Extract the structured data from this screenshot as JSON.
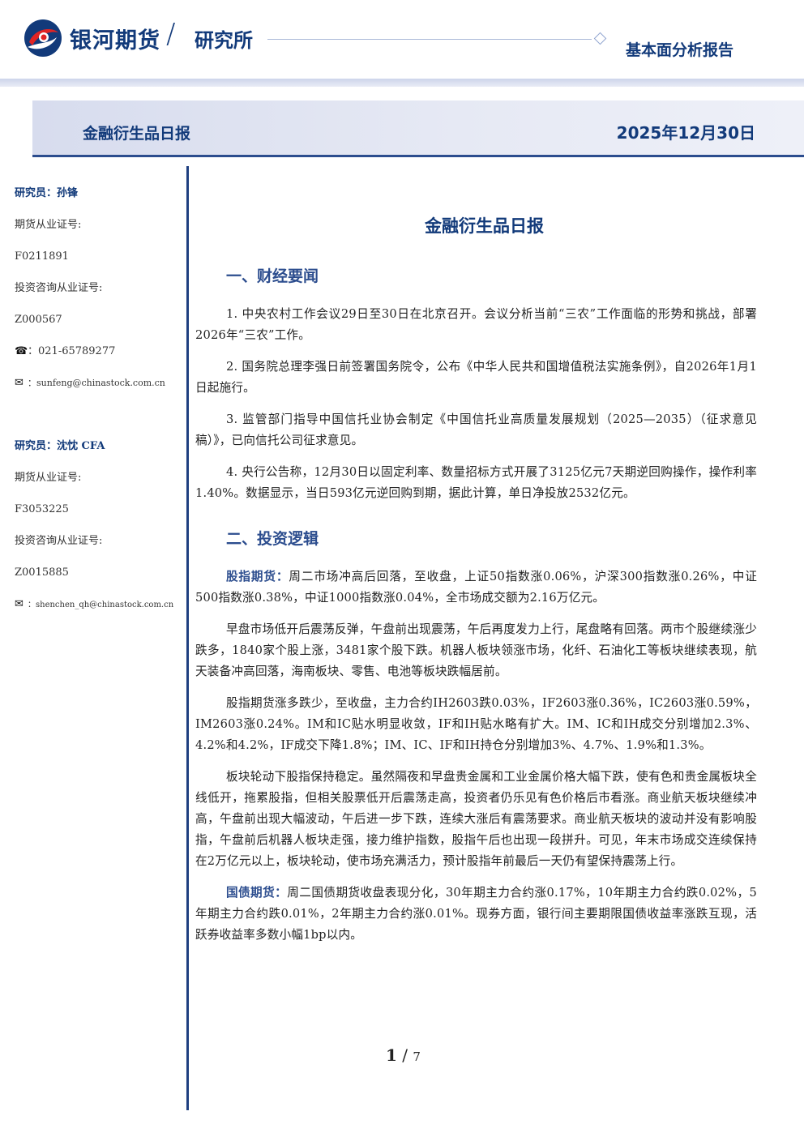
{
  "header": {
    "brand": "银河期货",
    "slash": "/",
    "sub": "研究所",
    "report_type": "基本面分析报告",
    "colors": {
      "primary": "#123a7a",
      "accent": "#e02424"
    }
  },
  "banner": {
    "title": "金融衍生品日报",
    "date": "2025年12月30日"
  },
  "sidebar": {
    "researcher1": {
      "label": "研究员：孙锋",
      "futures_cert_label": "期货从业证号:",
      "futures_cert": "F0211891",
      "consult_cert_label": "投资咨询从业证号:",
      "consult_cert": "Z000567",
      "phone": "：021-65789277",
      "email": "：sunfeng@chinastock.com.cn"
    },
    "researcher2": {
      "label": "研究员：沈忱 CFA",
      "futures_cert_label": "期货从业证号:",
      "futures_cert": "F3053225",
      "consult_cert_label": "投资咨询从业证号:",
      "consult_cert": "Z0015885",
      "email": "：shenchen_qh@chinastock.com.cn"
    }
  },
  "main": {
    "title": "金融衍生品日报",
    "section1": "一、财经要闻",
    "news": [
      "1. 中央农村工作会议29日至30日在北京召开。会议分析当前“三农”工作面临的形势和挑战，部署2026年“三农”工作。",
      "2. 国务院总理李强日前签署国务院令，公布《中华人民共和国增值税法实施条例》，自2026年1月1日起施行。",
      "3. 监管部门指导中国信托业协会制定《中国信托业高质量发展规划（2025—2035）（征求意见稿）》，已向信托公司征求意见。",
      "4. 央行公告称，12月30日以固定利率、数量招标方式开展了3125亿元7天期逆回购操作，操作利率1.40%。数据显示，当日593亿元逆回购到期，据此计算，单日净投放2532亿元。"
    ],
    "section2": "二、投资逻辑",
    "stock_label": "股指期货：",
    "stock_p1": "周二市场冲高后回落，至收盘，上证50指数涨0.06%，沪深300指数涨0.26%，中证500指数涨0.38%，中证1000指数涨0.04%，全市场成交额为2.16万亿元。",
    "stock_p2": "早盘市场低开后震荡反弹，午盘前出现震荡，午后再度发力上行，尾盘略有回落。两市个股继续涨少跌多，1840家个股上涨，3481家个股下跌。机器人板块领涨市场，化纤、石油化工等板块继续表现，航天装备冲高回落，海南板块、零售、电池等板块跌幅居前。",
    "stock_p3": "股指期货涨多跌少，至收盘，主力合约IH2603跌0.03%，IF2603涨0.36%，IC2603涨0.59%，IM2603涨0.24%。IM和IC贴水明显收敛，IF和IH贴水略有扩大。IM、IC和IH成交分别增加2.3%、4.2%和4.2%，IF成交下降1.8%；IM、IC、IF和IH持仓分别增加3%、4.7%、1.9%和1.3%。",
    "stock_p4": "板块轮动下股指保持稳定。虽然隔夜和早盘贵金属和工业金属价格大幅下跌，使有色和贵金属板块全线低开，拖累股指，但相关股票低开后震荡走高，投资者仍乐见有色价格后市看涨。商业航天板块继续冲高，午盘前出现大幅波动，午后进一步下跌，连续大涨后有震荡要求。商业航天板块的波动并没有影响股指，午盘前后机器人板块走强，接力维护指数，股指午后也出现一段拼升。可见，年末市场成交连续保持在2万亿元以上，板块轮动，使市场充满活力，预计股指年前最后一天仍有望保持震荡上行。",
    "bond_label": "国债期货：",
    "bond_p1": "周二国债期货收盘表现分化，30年期主力合约涨0.17%，10年期主力合约跌0.02%，5年期主力合约跌0.01%，2年期主力合约涨0.01%。现券方面，银行间主要期限国债收益率涨跌互现，活跃券收益率多数小幅1bp以内。"
  },
  "footer": {
    "page_current": "1",
    "page_sep": " / ",
    "page_total": "7"
  }
}
